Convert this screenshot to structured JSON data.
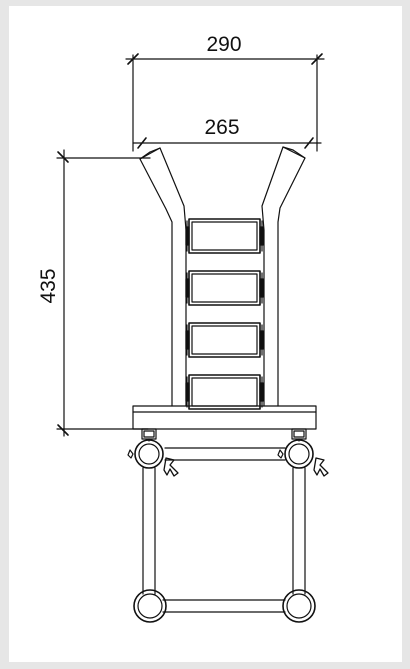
{
  "colors": {
    "background": "#e6e6e6",
    "sheet": "#ffffff",
    "line": "#111111"
  },
  "dimensions": {
    "outer_width": "290",
    "inner_width": "265",
    "height": "435"
  },
  "drawing": {
    "speaker_modules": 4,
    "truss_clamps": 2
  }
}
